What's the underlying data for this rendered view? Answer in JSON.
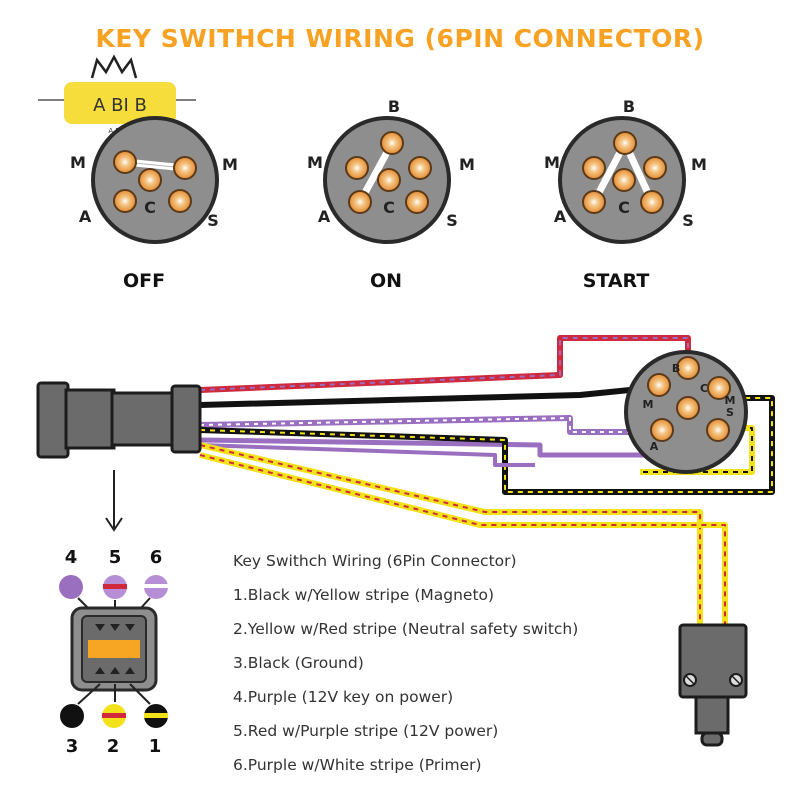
{
  "title": "KEY SWITHCH WIRING (6PIN CONNECTOR)",
  "logo": {
    "text": "A BI  B",
    "subtext": "A B I B"
  },
  "switch_states": [
    {
      "label": "OFF"
    },
    {
      "label": "ON"
    },
    {
      "label": "START"
    }
  ],
  "pin_letters": {
    "b": "B",
    "m": "M",
    "a": "A",
    "c": "C",
    "s": "S"
  },
  "connector_pins_top": [
    "4",
    "5",
    "6"
  ],
  "connector_pins_bottom": [
    "3",
    "2",
    "1"
  ],
  "legend": {
    "heading": "Key Swithch Wiring (6Pin Connector)",
    "items": [
      "1.Black w/Yellow stripe (Magneto)",
      "2.Yellow w/Red stripe (Neutral safety switch)",
      "3.Black (Ground)",
      "4.Purple (12V key on power)",
      "5.Red w/Purple stripe (12V power)",
      "6.Purple w/White stripe (Primer)"
    ]
  },
  "colors": {
    "title": "#f7a223",
    "black": "#111111",
    "yellow": "#f3e21a",
    "red": "#d0283c",
    "purple": "#9b6fc0",
    "white": "#ffffff",
    "switch_body": "#8e8e8e",
    "connector_body": "#6b6b6b",
    "pin_fill": "#f0a04b",
    "logo": "#f6dd3c"
  }
}
